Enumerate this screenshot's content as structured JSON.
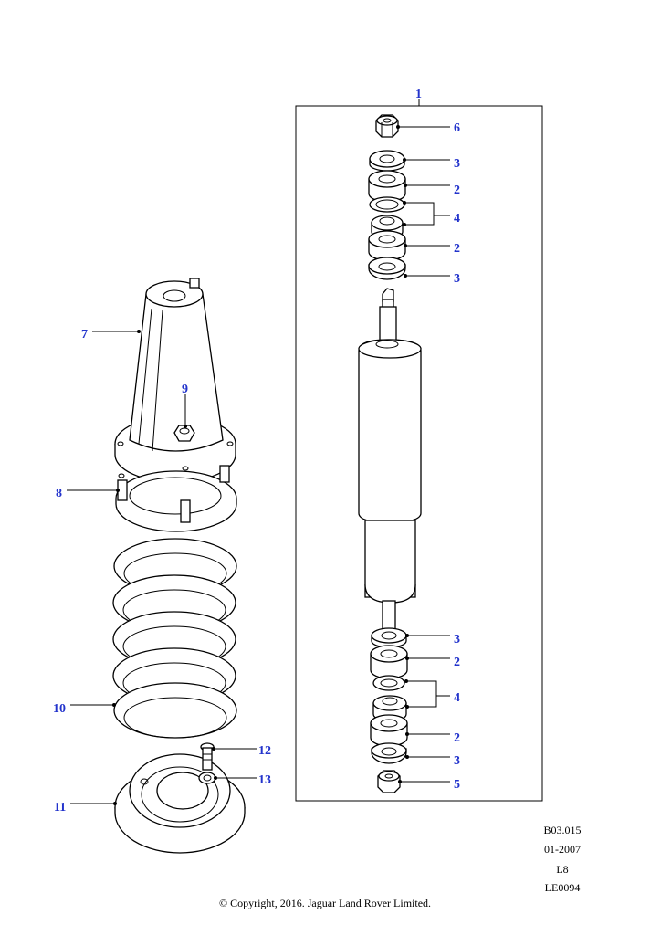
{
  "callouts": {
    "c1": "1",
    "c2a": "2",
    "c2b": "2",
    "c2c": "2",
    "c2d": "2",
    "c3a": "3",
    "c3b": "3",
    "c3c": "3",
    "c3d": "3",
    "c4a": "4",
    "c4b": "4",
    "c5": "5",
    "c6": "6",
    "c7": "7",
    "c8": "8",
    "c9": "9",
    "c10": "10",
    "c11": "11",
    "c12": "12",
    "c13": "13"
  },
  "meta": {
    "ref": "B03.015",
    "date": "01-2007",
    "model": "L8",
    "code": "LE0094"
  },
  "copyright": "© Copyright, 2016. Jaguar Land Rover Limited.",
  "colors": {
    "callout": "#2233cc",
    "line": "#000000",
    "background": "#ffffff"
  }
}
